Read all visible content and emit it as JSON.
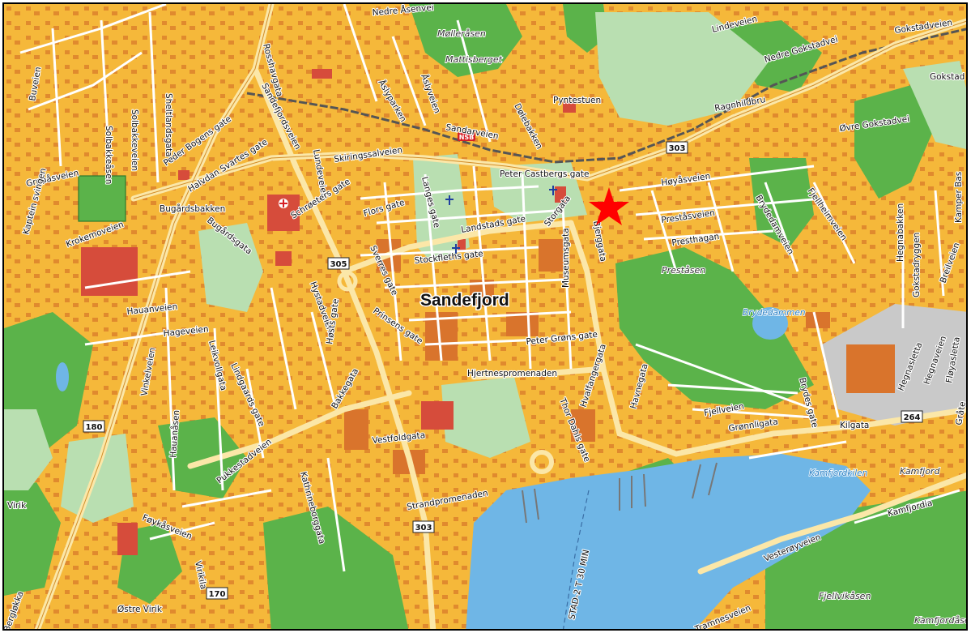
{
  "map": {
    "colors": {
      "urban": "#f5b83a",
      "building": "#d9742c",
      "public_building": "#d64c3b",
      "road": "#ffffff",
      "main_road": "#fbe7a8",
      "forest": "#5bb34a",
      "park": "#b9dfb1",
      "water": "#6fb6e6",
      "industrial": "#c9c9c9",
      "marker": "#ff0000"
    },
    "marker": {
      "type": "star",
      "label": "location-marker"
    },
    "place_label": "Sandefjord",
    "street_labels": [
      "Nedre Åsenvei",
      "Nedre Gokstadvei",
      "Gokstadveien",
      "Gokstad",
      "Lindeveien",
      "Ragnhildbru",
      "Øvre Gokstadvei",
      "Mølleråsen",
      "Mattisberget",
      "Åslyparken",
      "Åslyveien",
      "Pyntestuen",
      "Dølebakken",
      "Sandarveien",
      "Rosshavgata",
      "Sandefjordsveien",
      "Peder Bogens gate",
      "Halvdan Svartes gate",
      "Skiringssalveien",
      "Buveien",
      "Solbakkeåsen",
      "Solbakkeveien",
      "Sheltlandsgata",
      "Grønåsveien",
      "Kaptein svingen",
      "Bugårdsbakken",
      "Krokemoveien",
      "Bugårdsgata",
      "Lundeveien",
      "Schrøeters gate",
      "Flors gate",
      "Langes gate",
      "Landstads gate",
      "Storgata",
      "Peter Castbergs gate",
      "Høyåsveien",
      "Preståsveien",
      "Presthagan",
      "Fjellheimveien",
      "Brydedamveien",
      "Bjerggata",
      "Stockfleths gate",
      "Sverres gate",
      "Hystadveien",
      "Hauanveien",
      "Hageveien",
      "Prinsens gate",
      "Museumsgata",
      "Peter Grøns gate",
      "Hjertnespromenaden",
      "Høsts gate",
      "Bakkegata",
      "Lindgaards gate",
      "Leikvollgata",
      "Vinkelveien",
      "Hauanåsen",
      "Pukkestadveien",
      "Kathrineborggata",
      "Vestfoldgata",
      "Thor Dahls gate",
      "Hvalfangergata",
      "Havnegata",
      "Fjellveien",
      "Grønnligata",
      "Brydes gate",
      "Kilgata",
      "Hegnasletta",
      "Hegnaveien",
      "Fløyasletta",
      "Strandpromenaden",
      "Føykåsveien",
      "Virik",
      "Østre Virik",
      "Virikila",
      "Vesterøyveien",
      "Kamfjordia",
      "Gokstadryggen",
      "Hegnabakken",
      "Breilveien",
      "Kamper Bas",
      "Gråte",
      "Tramnesveien",
      "Bergløkka"
    ],
    "area_labels": [
      "Preståsen",
      "Fjellvikåsen",
      "Kamfjordåsen",
      "Kamfjord"
    ],
    "water_labels": [
      "Brydedammen",
      "Kamfjordkilen"
    ],
    "road_shields": [
      "303",
      "305",
      "180",
      "303",
      "264",
      "170"
    ],
    "transit_label": "NSB",
    "ferry_label": "STAD-2 T 30 MIN"
  }
}
